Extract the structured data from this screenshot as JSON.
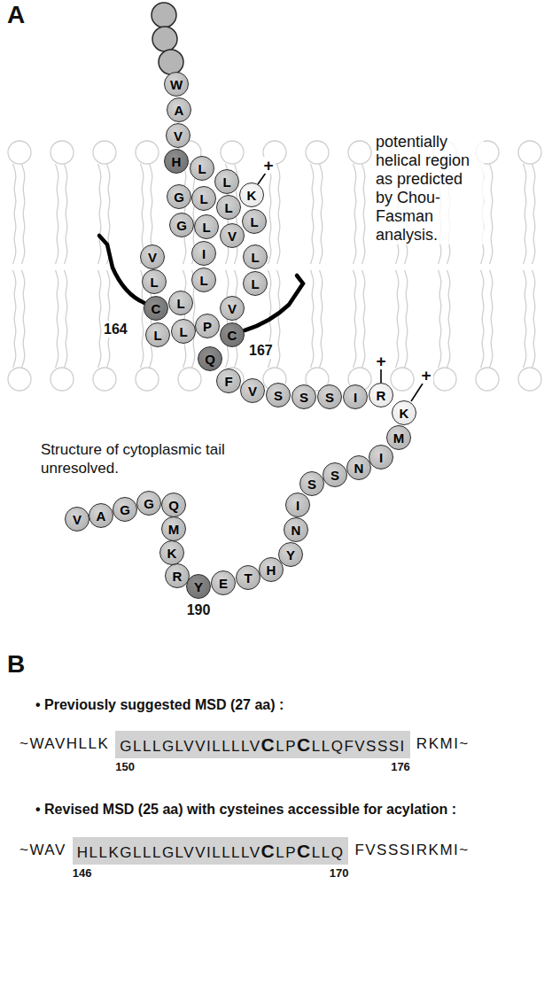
{
  "diagram": {
    "nodes": [
      {
        "text": [
          "W"
        ]
      },
      {
        "text": [
          "A"
        ]
      },
      {
        "text": [
          "V"
        ]
      },
      {
        "text": [
          "H"
        ]
      },
      {
        "text": [
          "L"
        ]
      },
      {
        "text": [
          "L"
        ]
      },
      {
        "text": [
          "K"
        ]
      },
      {
        "text": [
          "G"
        ]
      },
      {
        "text": [
          "L"
        ]
      },
      {
        "text": [
          "L"
        ]
      },
      {
        "text": [
          "L"
        ]
      },
      {
        "text": [
          "G"
        ]
      },
      {
        "text": [
          "L"
        ]
      },
      {
        "text": [
          "V"
        ]
      },
      {
        "text": [
          "V"
        ]
      },
      {
        "text": [
          "I"
        ]
      },
      {
        "text": [
          "L"
        ]
      },
      {
        "text": [
          "L"
        ]
      },
      {
        "text": [
          "L"
        ]
      },
      {
        "text": [
          "L"
        ]
      },
      {
        "text": [
          "V"
        ]
      },
      {
        "text": [
          "C"
        ]
      },
      {
        "text": [
          "L"
        ]
      },
      {
        "text": [
          "P"
        ]
      },
      {
        "text": [
          "C"
        ]
      },
      {
        "text": [
          "L"
        ]
      },
      {
        "text": [
          "L"
        ]
      },
      {
        "text": [
          "Q"
        ]
      },
      {
        "text": [
          "F"
        ]
      },
      {
        "text": [
          "V"
        ]
      },
      {
        "text": [
          "S"
        ]
      },
      {
        "text": [
          "S"
        ]
      },
      {
        "text": [
          "S"
        ]
      },
      {
        "text": [
          "I"
        ]
      },
      {
        "text": [
          "R"
        ]
      },
      {
        "text": [
          "K"
        ]
      },
      {
        "text": [
          "M"
        ]
      },
      {
        "text": [
          "I"
        ]
      },
      {
        "text": [
          "N"
        ]
      },
      {
        "text": [
          "S"
        ]
      },
      {
        "text": [
          "S"
        ]
      },
      {
        "text": [
          "I"
        ]
      },
      {
        "text": [
          "N"
        ]
      },
      {
        "text": [
          "Y"
        ]
      },
      {
        "text": [
          "H"
        ]
      },
      {
        "text": [
          "T"
        ]
      },
      {
        "text": [
          "E"
        ]
      },
      {
        "text": [
          "Y"
        ]
      },
      {
        "text": [
          "R"
        ]
      },
      {
        "text": [
          "K"
        ]
      },
      {
        "text": [
          "M"
        ]
      },
      {
        "text": [
          "Q"
        ]
      },
      {
        "text": [
          "G"
        ]
      },
      {
        "text": [
          "G"
        ]
      },
      {
        "text": [
          "A"
        ]
      },
      {
        "text": [
          "V"
        ]
      },
      {
        "text": [
          "GLLLGLVVILLLLV",
          "C",
          "LP",
          "C",
          "LLQFVSSSI"
        ]
      },
      {
        "text": [
          "HLLKGLLLGLVVILLLLV",
          "C",
          "LP",
          "C",
          "LLQ"
        ]
      }
    ],
    "labels": [
      "A",
      "+",
      "+",
      "+",
      "164",
      "167",
      "190",
      "potentially helical region as predicted by Chou-Fasman analysis.",
      "Structure of cytoplasmic tail unresolved.",
      "B",
      "• Previously suggested MSD (27 aa) :",
      "~WAVHLLK",
      "RKMI~",
      "150",
      "176",
      "• Revised MSD (25 aa) with cysteines accessible for acylation :",
      "~WAV",
      "FVSSSIRKMI~",
      "146",
      "170"
    ]
  }
}
